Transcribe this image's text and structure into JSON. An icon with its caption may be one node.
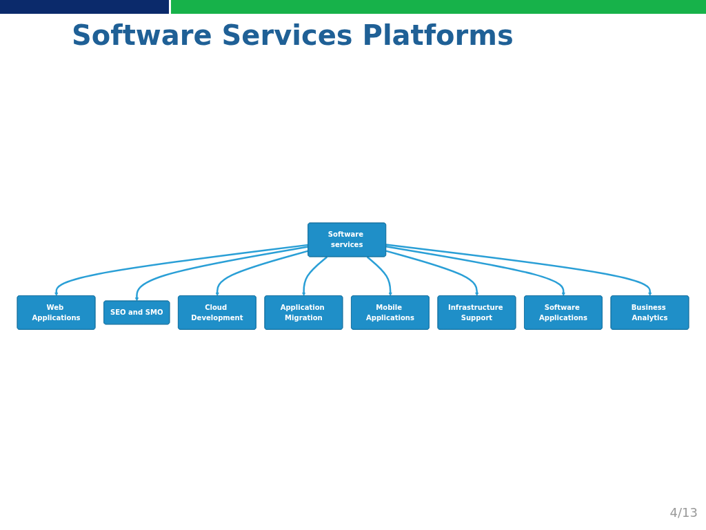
{
  "diagram": {
    "title": "Software Services Platforms",
    "nodes": [
      {
        "text": [
          "Web Applications"
        ]
      },
      {
        "text": [
          "SEO and SMO"
        ]
      },
      {
        "text": [
          "Cloud Development"
        ]
      },
      {
        "text": [
          "Application Migration"
        ]
      },
      {
        "text": [
          "Software services"
        ]
      },
      {
        "text": [
          "Mobile Applications"
        ]
      },
      {
        "text": [
          "Infrastructure Support"
        ]
      },
      {
        "text": [
          "Software Applications"
        ]
      },
      {
        "text": [
          "Business Analytics"
        ]
      }
    ],
    "edges": [
      {
        "from": 4,
        "to": 0,
        "arrow": "to"
      },
      {
        "from": 4,
        "to": 1,
        "arrow": "to"
      },
      {
        "from": 4,
        "to": 2,
        "arrow": "to"
      },
      {
        "from": 4,
        "to": 3,
        "arrow": "to"
      },
      {
        "from": 4,
        "to": 5,
        "arrow": "to"
      },
      {
        "from": 4,
        "to": 6,
        "arrow": "to"
      },
      {
        "from": 4,
        "to": 7,
        "arrow": "to"
      },
      {
        "from": 4,
        "to": 8,
        "arrow": "to"
      }
    ],
    "labels": [
      "4/13"
    ]
  }
}
